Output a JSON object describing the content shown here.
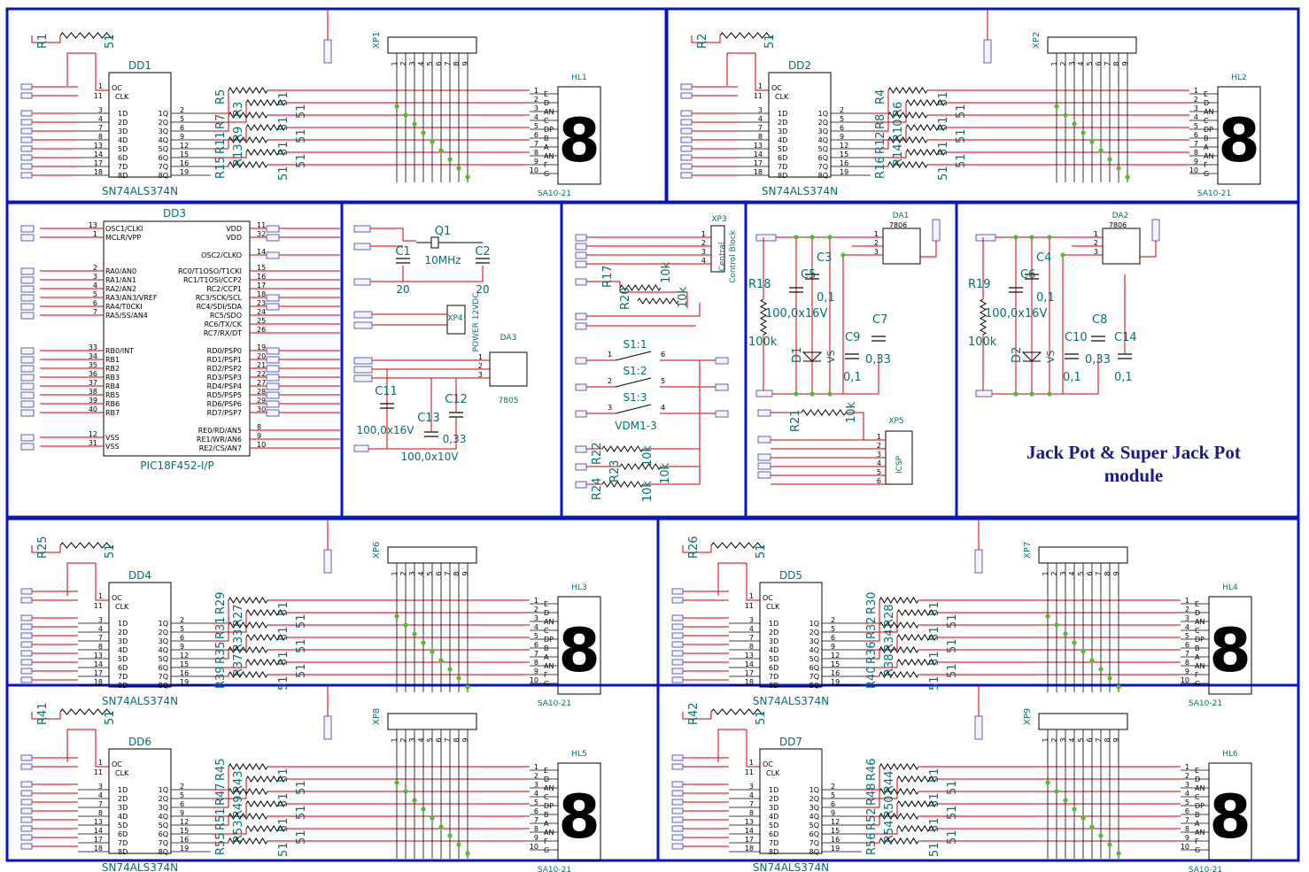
{
  "colors": {
    "frame": "#0a13c8",
    "wire": "#cc0000",
    "part": "#000000",
    "label": "#007070",
    "junction": "#4cbf2a"
  },
  "title": {
    "line1": "Jack Pot & Super Jack Pot",
    "line2": "module"
  },
  "display_modules": [
    {
      "dd": "DD1",
      "hl": "HL1",
      "xp": "XP1",
      "r_pull": "R1",
      "rs": [
        "R5",
        "R3",
        "R7",
        "R9",
        "R11",
        "R13",
        "R15"
      ],
      "r_extra": "R1"
    },
    {
      "dd": "DD2",
      "hl": "HL2",
      "xp": "XP2",
      "r_pull": "R2",
      "rs": [
        "R4",
        "R6",
        "R8",
        "R10",
        "R12",
        "R14",
        "R16"
      ],
      "r_extra": ""
    },
    {
      "dd": "DD4",
      "hl": "HL3",
      "xp": "XP6",
      "r_pull": "R25",
      "rs": [
        "R29",
        "R27",
        "R31",
        "R33",
        "R35",
        "R37",
        "R39"
      ],
      "r_extra": ""
    },
    {
      "dd": "DD5",
      "hl": "HL4",
      "xp": "XP7",
      "r_pull": "R26",
      "rs": [
        "R30",
        "R28",
        "R32",
        "R34",
        "R36",
        "R38",
        "R40"
      ],
      "r_extra": ""
    },
    {
      "dd": "DD6",
      "hl": "HL5",
      "xp": "XP8",
      "r_pull": "R41",
      "rs": [
        "R45",
        "R43",
        "R47",
        "R49",
        "R51",
        "R53",
        "R55"
      ],
      "r_extra": ""
    },
    {
      "dd": "DD7",
      "hl": "HL6",
      "xp": "XP9",
      "r_pull": "R42",
      "rs": [
        "R46",
        "R44",
        "R48",
        "R50",
        "R52",
        "R54",
        "R56"
      ],
      "r_extra": ""
    }
  ],
  "latch": {
    "part": "SN74ALS374N",
    "oc": "OC",
    "clk": "CLK",
    "pins_top": [
      "1",
      "11"
    ],
    "inputs": [
      {
        "pin": "3",
        "name": "1D"
      },
      {
        "pin": "4",
        "name": "2D"
      },
      {
        "pin": "7",
        "name": "3D"
      },
      {
        "pin": "8",
        "name": "4D"
      },
      {
        "pin": "13",
        "name": "5D"
      },
      {
        "pin": "14",
        "name": "6D"
      },
      {
        "pin": "17",
        "name": "7D"
      },
      {
        "pin": "18",
        "name": "8D"
      }
    ],
    "outputs": [
      {
        "pin": "2",
        "name": "1Q"
      },
      {
        "pin": "5",
        "name": "2Q"
      },
      {
        "pin": "6",
        "name": "3Q"
      },
      {
        "pin": "9",
        "name": "4Q"
      },
      {
        "pin": "12",
        "name": "5Q"
      },
      {
        "pin": "15",
        "name": "6Q"
      },
      {
        "pin": "16",
        "name": "7Q"
      },
      {
        "pin": "19",
        "name": "8Q"
      }
    ]
  },
  "resistor_value": "51",
  "display": {
    "part": "SA10-21",
    "digit": "8",
    "pins": [
      {
        "pin": "1",
        "seg": "E"
      },
      {
        "pin": "2",
        "seg": "D"
      },
      {
        "pin": "3",
        "seg": "AN"
      },
      {
        "pin": "4",
        "seg": "C"
      },
      {
        "pin": "5",
        "seg": "DP"
      },
      {
        "pin": "6",
        "seg": "B"
      },
      {
        "pin": "7",
        "seg": "A"
      },
      {
        "pin": "8",
        "seg": "AN"
      },
      {
        "pin": "9",
        "seg": "F"
      },
      {
        "pin": "10",
        "seg": "G"
      }
    ]
  },
  "connector_pins": [
    "1",
    "2",
    "3",
    "4",
    "5",
    "6",
    "7",
    "8",
    "9"
  ],
  "mcu": {
    "ref": "DD3",
    "part": "PIC18F452-I/P",
    "left": [
      {
        "pin": "13",
        "name": "OSC1/CLKI"
      },
      {
        "pin": "1",
        "name": "MCLR/VPP"
      },
      {
        "pin": "2",
        "name": "RA0/AN0"
      },
      {
        "pin": "3",
        "name": "RA1/AN1"
      },
      {
        "pin": "4",
        "name": "RA2/AN2"
      },
      {
        "pin": "5",
        "name": "RA3/AN3/VREF"
      },
      {
        "pin": "6",
        "name": "RA4/T0CKI"
      },
      {
        "pin": "7",
        "name": "RA5/SS/AN4"
      },
      {
        "pin": "33",
        "name": "RB0/INT"
      },
      {
        "pin": "34",
        "name": "RB1"
      },
      {
        "pin": "35",
        "name": "RB2"
      },
      {
        "pin": "36",
        "name": "RB3"
      },
      {
        "pin": "37",
        "name": "RB4"
      },
      {
        "pin": "38",
        "name": "RB5"
      },
      {
        "pin": "39",
        "name": "RB6"
      },
      {
        "pin": "40",
        "name": "RB7"
      },
      {
        "pin": "12",
        "name": "VSS"
      },
      {
        "pin": "31",
        "name": "VSS"
      }
    ],
    "right": [
      {
        "pin": "11",
        "name": "VDD"
      },
      {
        "pin": "32",
        "name": "VDD"
      },
      {
        "pin": "14",
        "name": "OSC2/CLKO"
      },
      {
        "pin": "15",
        "name": "RC0/T1OSO/T1CKI"
      },
      {
        "pin": "16",
        "name": "RC1/T1OSI/CCP2"
      },
      {
        "pin": "17",
        "name": "RC2/CCP1"
      },
      {
        "pin": "18",
        "name": "RC3/SCK/SCL"
      },
      {
        "pin": "23",
        "name": "RC4/SDI/SDA"
      },
      {
        "pin": "24",
        "name": "RC5/SDO"
      },
      {
        "pin": "25",
        "name": "RC6/TX/CK"
      },
      {
        "pin": "26",
        "name": "RC7/RX/DT"
      },
      {
        "pin": "19",
        "name": "RD0/PSP0"
      },
      {
        "pin": "20",
        "name": "RD1/PSP1"
      },
      {
        "pin": "21",
        "name": "RD2/PSP2"
      },
      {
        "pin": "22",
        "name": "RD3/PSP3"
      },
      {
        "pin": "27",
        "name": "RD4/PSP4"
      },
      {
        "pin": "28",
        "name": "RD5/PSP5"
      },
      {
        "pin": "29",
        "name": "RD6/PSP6"
      },
      {
        "pin": "30",
        "name": "RD7/PSP7"
      },
      {
        "pin": "8",
        "name": "RE0/RD/AN5"
      },
      {
        "pin": "9",
        "name": "RE1/WR/AN6"
      },
      {
        "pin": "10",
        "name": "RE2/CS/AN7"
      }
    ]
  },
  "power": {
    "q1": "Q1",
    "q1_value": "10MHz",
    "c1": "C1",
    "c1_value": "20",
    "c2": "C2",
    "c2_value": "20",
    "xp4": "XP4",
    "xp4_label": "POWER 12VDC",
    "da3": "DA3",
    "da3_part": "7805",
    "c11": "C11",
    "c11_value": "100,0x16V",
    "c12": "C12",
    "c12_value": "0,33",
    "c13": "C13",
    "c13_value": "100,0x10V"
  },
  "control": {
    "xp3": "XP3",
    "xp3_label1": "Central",
    "xp3_label2": "Control Block",
    "r17": "R17",
    "r17_value": "10k",
    "r20": "R20",
    "r20_value": "10k",
    "sw1": "S1:1",
    "sw2": "S1:2",
    "sw3": "S1:3",
    "sw_part": "VDM1-3",
    "r22": "R22",
    "r22_value": "10k",
    "r23": "R23",
    "r23_value": "10k",
    "r24": "R24",
    "r24_value": "10k"
  },
  "reg1": {
    "da1": "DA1",
    "da1_part": "7806",
    "r18": "R18",
    "r18_value": "100k",
    "c3": "C3",
    "c3_value": "0,1",
    "c5": "C5",
    "c5_value": "100,0x16V",
    "c7": "C7",
    "c7_value": "0,33",
    "c9": "C9",
    "c9_value": "0,1",
    "d1": "D1",
    "d1_label": "VS",
    "r21": "R21",
    "r21_value": "10k",
    "xp5": "XP5",
    "xp5_label": "ICSP"
  },
  "reg2": {
    "da2": "DA2",
    "da2_part": "7806",
    "r19": "R19",
    "r19_value": "100k",
    "c4": "C4",
    "c4_value": "0,1",
    "c6": "C6",
    "c6_value": "100,0x16V",
    "c8": "C8",
    "c8_value": "0,33",
    "c10": "C10",
    "c10_value": "0,1",
    "c14": "C14",
    "c14_value": "0,1",
    "d2": "D2",
    "d2_label": "VS"
  }
}
